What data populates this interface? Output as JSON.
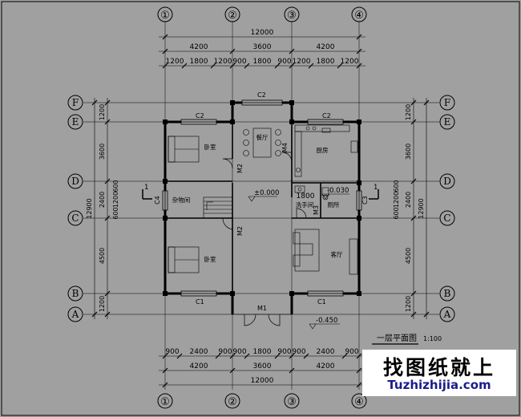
{
  "axes": {
    "columns": [
      "①",
      "②",
      "③",
      "④"
    ],
    "rows": [
      "F",
      "E",
      "D",
      "C",
      "B",
      "A"
    ]
  },
  "dimensions": {
    "total": "12000",
    "bays": [
      "4200",
      "3600",
      "4200"
    ],
    "top_detail": [
      "1200",
      "1800",
      "1200",
      "900",
      "1800",
      "900",
      "1200",
      "1800",
      "1200"
    ],
    "bottom_detail": [
      "900",
      "2400",
      "900",
      "900",
      "1800",
      "900",
      "900",
      "2400",
      "900"
    ],
    "left_detail": [
      "1200",
      "3600",
      "2400",
      "4500",
      "1200"
    ],
    "left_sub": [
      "600",
      "1200",
      "600"
    ],
    "left_total": "12900",
    "right_detail": [
      "1200",
      "3600",
      "2400",
      "4500",
      "1200"
    ],
    "right_sub": [
      "600",
      "1200",
      "600"
    ],
    "right_total": "12900",
    "stair_width": "1800"
  },
  "rooms": {
    "bedroom_top": "卧室",
    "bedroom_bottom": "卧室",
    "dining": "餐厅",
    "kitchen": "厨房",
    "storage": "杂物间",
    "washroom": "洗手间",
    "toilet": "厕所",
    "living": "客厅"
  },
  "openings": {
    "c2_top": "C2",
    "c2_left": "C2",
    "c2_right": "C2",
    "c1_left": "C1",
    "c1_right": "C1",
    "c3": "C3",
    "c4": "C4",
    "m1": "M1",
    "m2_upper": "M2",
    "m2_lower": "M2",
    "m3": "M3",
    "m4": "M4"
  },
  "levels": {
    "floor": "±0.000",
    "toilet": "-0.030",
    "outdoor": "-0.450"
  },
  "section_marks": [
    "1",
    "1"
  ],
  "title": {
    "name": "一层平面图",
    "scale": "1:100"
  },
  "watermark": {
    "cn": "找图纸就上",
    "url": "Tuzhizhijia.com"
  }
}
